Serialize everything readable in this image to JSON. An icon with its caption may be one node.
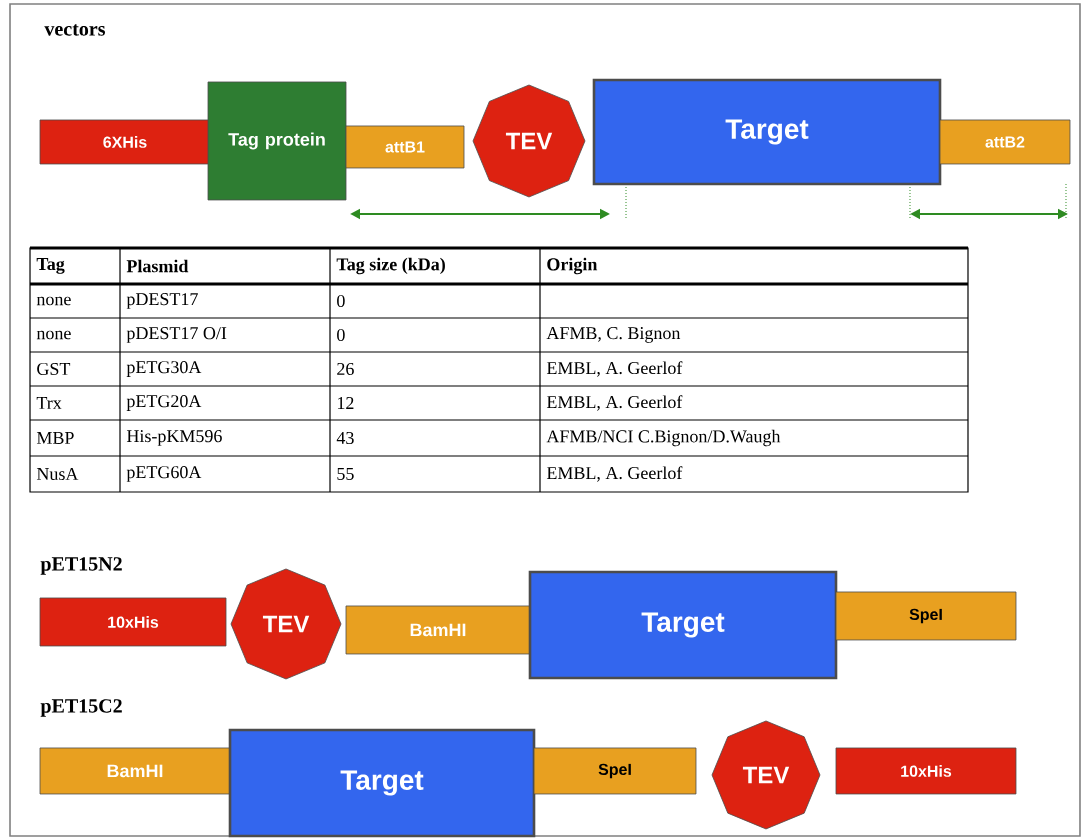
{
  "diagram": {
    "title": "vectors",
    "nodes": [
      {
        "text": [
          "6XHis"
        ]
      },
      {
        "text": [
          "Tag protein"
        ]
      },
      {
        "text": [
          "attB1"
        ]
      },
      {
        "text": [
          "TEV"
        ]
      },
      {
        "text": [
          "Target"
        ]
      },
      {
        "text": [
          "attB2"
        ]
      },
      {
        "text": [
          "10xHis"
        ]
      },
      {
        "text": [
          "TEV"
        ]
      },
      {
        "text": [
          "BamHI"
        ]
      },
      {
        "text": [
          "Target"
        ]
      },
      {
        "text": [
          "SpeI"
        ]
      },
      {
        "text": [
          "BamHI"
        ]
      },
      {
        "text": [
          "Target"
        ]
      },
      {
        "text": [
          "SpeI"
        ]
      },
      {
        "text": [
          "TEV"
        ]
      },
      {
        "text": [
          "10xHis"
        ]
      }
    ],
    "labels": [
      "Tag",
      "Plasmid",
      "Tag size (kDa)",
      "Origin",
      "none",
      "pDEST17",
      "0",
      "none",
      "pDEST17 O/I",
      "0",
      "AFMB, C. Bignon",
      "GST",
      "pETG30A",
      "26",
      "EMBL, A. Geerlof",
      "Trx",
      "pETG20A",
      "12",
      "EMBL, A. Geerlof",
      "MBP",
      "His-pKM596",
      "43",
      "AFMB/NCI  C.Bignon/D.Waugh",
      "NusA",
      "pETG60A",
      "55",
      "EMBL, A. Geerlof",
      "pET15N2",
      "pET15C2"
    ]
  }
}
